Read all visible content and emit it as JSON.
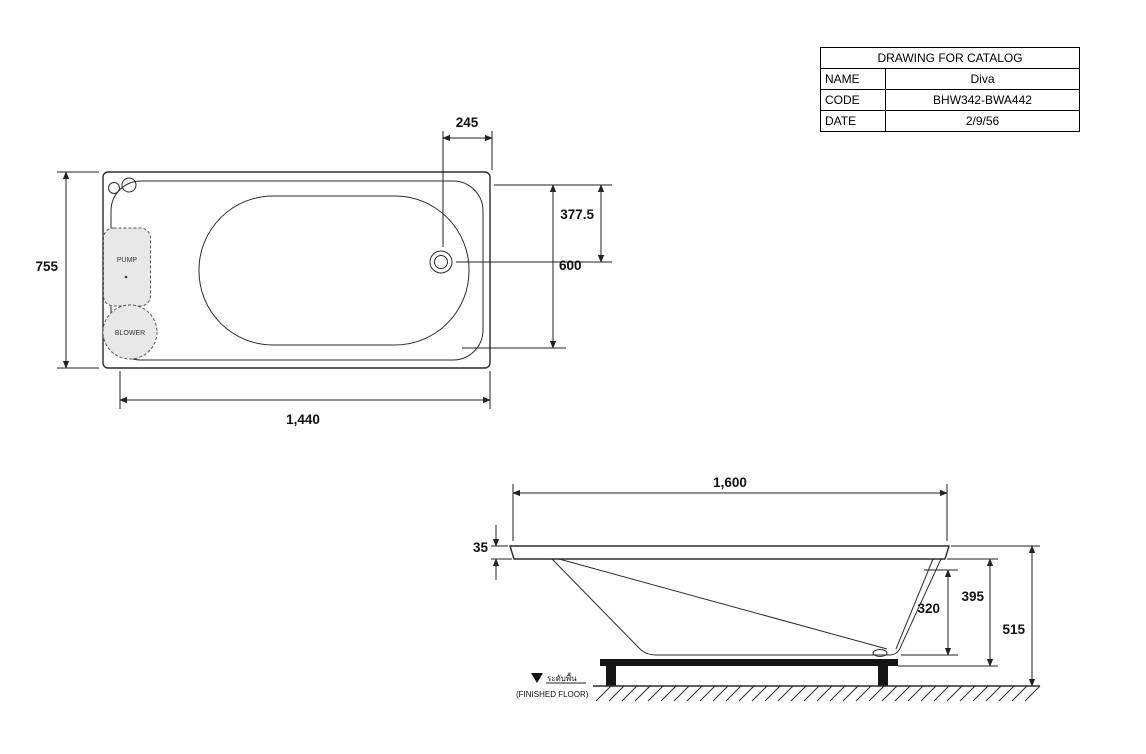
{
  "title_block": {
    "title": "DRAWING FOR CATALOG",
    "rows": [
      {
        "label": "NAME",
        "value": "Diva"
      },
      {
        "label": "CODE",
        "value": "BHW342-BWA442"
      },
      {
        "label": "DATE",
        "value": "2/9/56"
      }
    ]
  },
  "top_view": {
    "labels": {
      "pump": "PUMP",
      "blower": "BLOWER"
    },
    "dims": {
      "drain_offset_from_end": "245",
      "drain_from_top": "377.5",
      "drain_span": "600",
      "overall_width": "755",
      "base_length": "1,440"
    }
  },
  "side_view": {
    "dims": {
      "overall_length": "1,600",
      "rim_thickness": "35",
      "inner_depth": "320",
      "shell_height": "395",
      "overall_height": "515"
    },
    "floor_marker": {
      "thai": "ระดับพื้น",
      "english": "(FINISHED FLOOR)"
    }
  }
}
